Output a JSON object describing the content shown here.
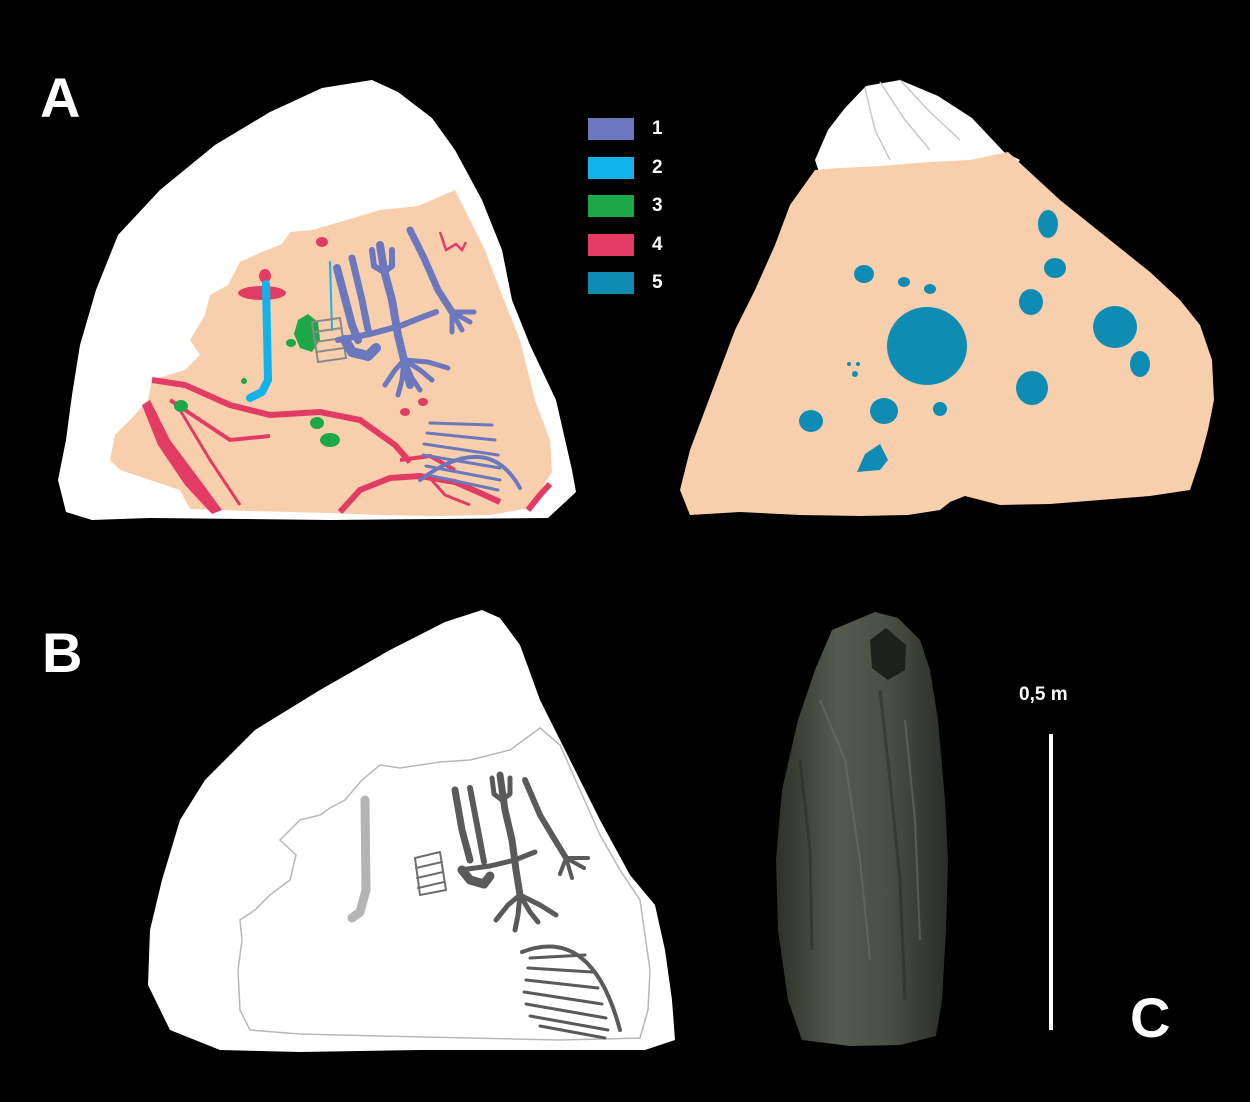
{
  "panels": {
    "a_label": "A",
    "b_label": "B",
    "c_label": "C"
  },
  "legend": [
    {
      "label": "1",
      "color": "#6c78be"
    },
    {
      "label": "2",
      "color": "#12b2ea"
    },
    {
      "label": "3",
      "color": "#1ca848"
    },
    {
      "label": "4",
      "color": "#e23c64"
    },
    {
      "label": "5",
      "color": "#0f8cb4"
    }
  ],
  "scale_bar": {
    "label": "0,5 m"
  },
  "colors": {
    "background": "#000000",
    "stone_outline": "#ffffff",
    "surface": "#f8cfad",
    "engraving_grey": "#5a5a5a",
    "engraving_light_grey": "#b4b4b4"
  }
}
